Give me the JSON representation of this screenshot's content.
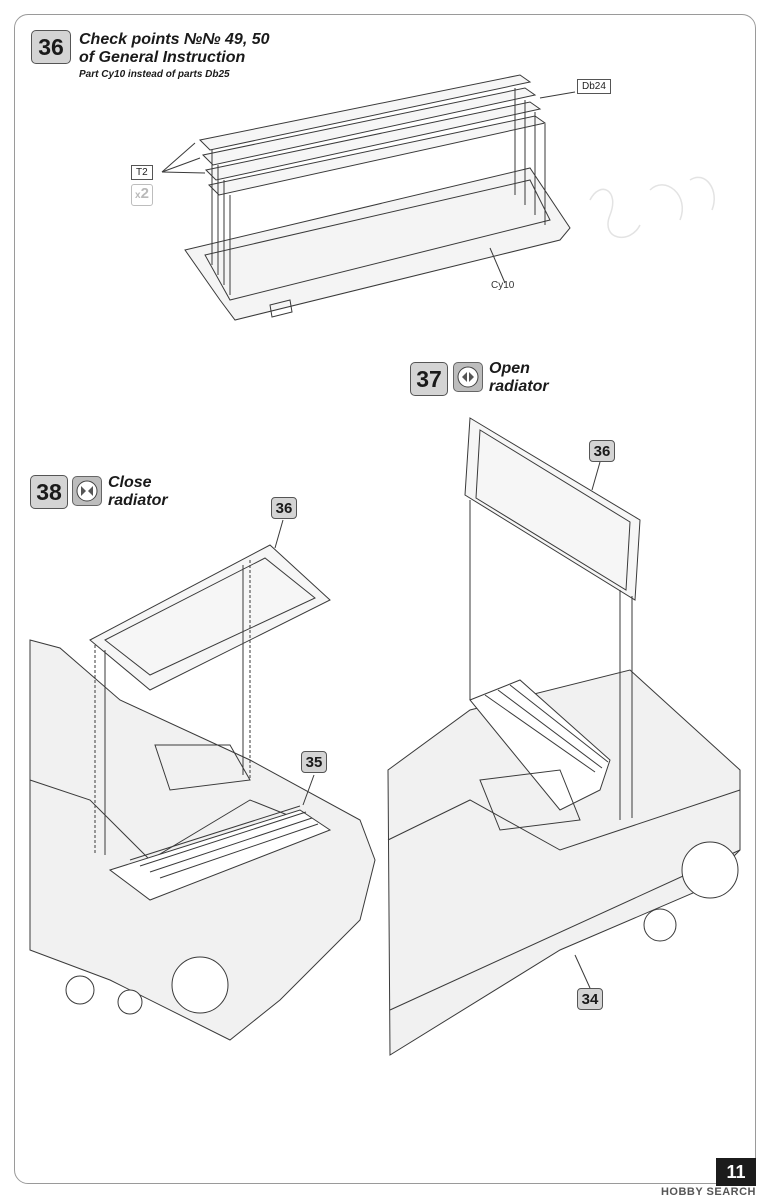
{
  "steps": {
    "s36": {
      "number": "36",
      "title_line1": "Check points №№ 49, 50",
      "title_line2": "of General Instruction",
      "note": "Part Cy10 instead of parts Db25",
      "labels": {
        "t2": "T2",
        "db24": "Db24",
        "cy10": "Cy10",
        "multiplier": "2",
        "multiplier_prefix": "x"
      }
    },
    "s37": {
      "number": "37",
      "title_line1": "Open",
      "title_line2": "radiator",
      "icon": "radiator-open-icon",
      "ref_part": "36",
      "ref_bottom": "34"
    },
    "s38": {
      "number": "38",
      "title_line1": "Close",
      "title_line2": "radiator",
      "icon": "radiator-close-icon",
      "ref_part": "36",
      "ref_bottom": "35"
    }
  },
  "page": {
    "number": "11",
    "watermark": "HOBBY SEARCH"
  },
  "colors": {
    "badge": "#d4d4d4",
    "line": "#3a3a3a",
    "hull": "#efefef"
  }
}
